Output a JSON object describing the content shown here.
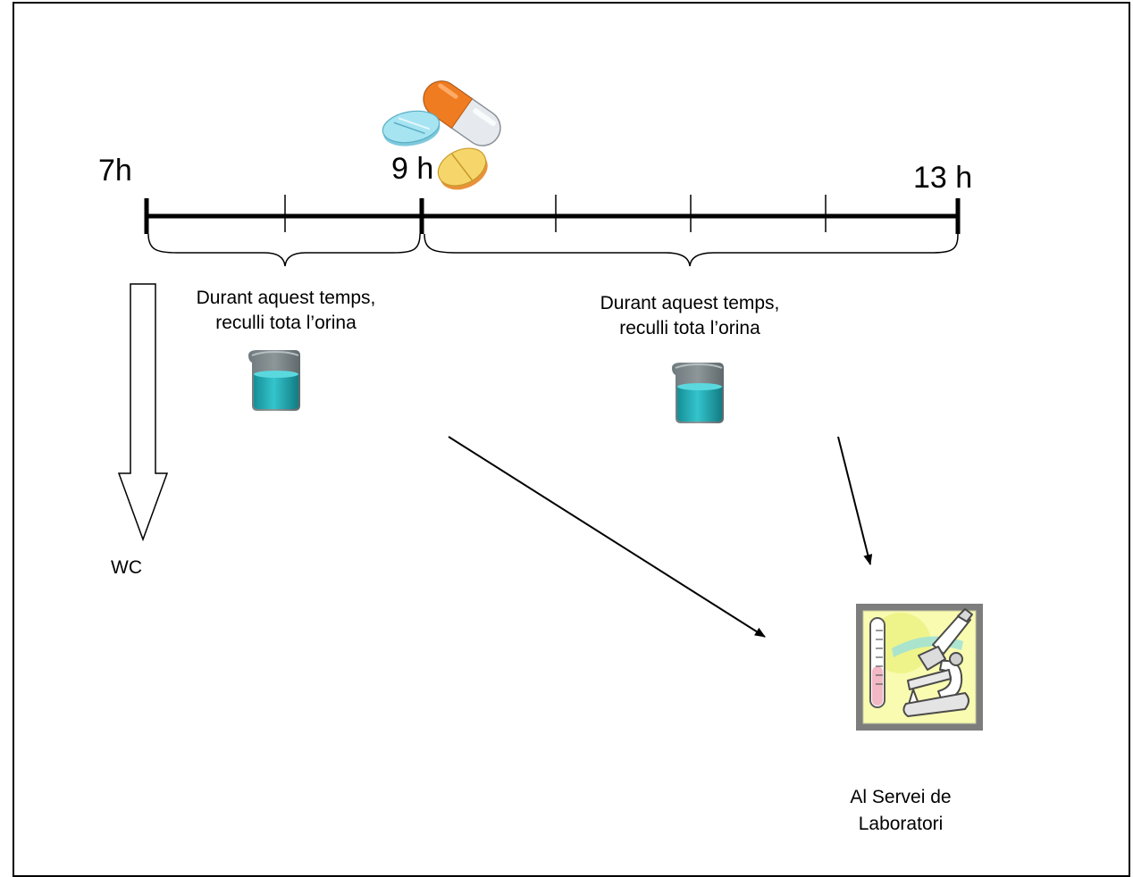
{
  "timeline": {
    "start_label": "7h",
    "dose_label": "9 h",
    "end_label": "13 h"
  },
  "periods": [
    {
      "text_line1": "Durant aquest temps,",
      "text_line2": "reculli tota l’orina"
    },
    {
      "text_line1": "Durant aquest temps,",
      "text_line2": "reculli tota l’orina"
    }
  ],
  "discard": {
    "label": "WC"
  },
  "lab": {
    "line1": "Al Servei de",
    "line2": "Laboratori"
  },
  "icons": [
    "pills-icon",
    "beaker-icon",
    "beaker-icon",
    "microscope-icon"
  ],
  "colors": {
    "beaker_liquid": "#22a8b0",
    "pill_orange": "#f07c22",
    "pill_blue": "#a6e4f2",
    "pill_yellow": "#f6d66a",
    "lab_bg": "#f8fbb0",
    "lab_frame": "#7d7d7d"
  }
}
